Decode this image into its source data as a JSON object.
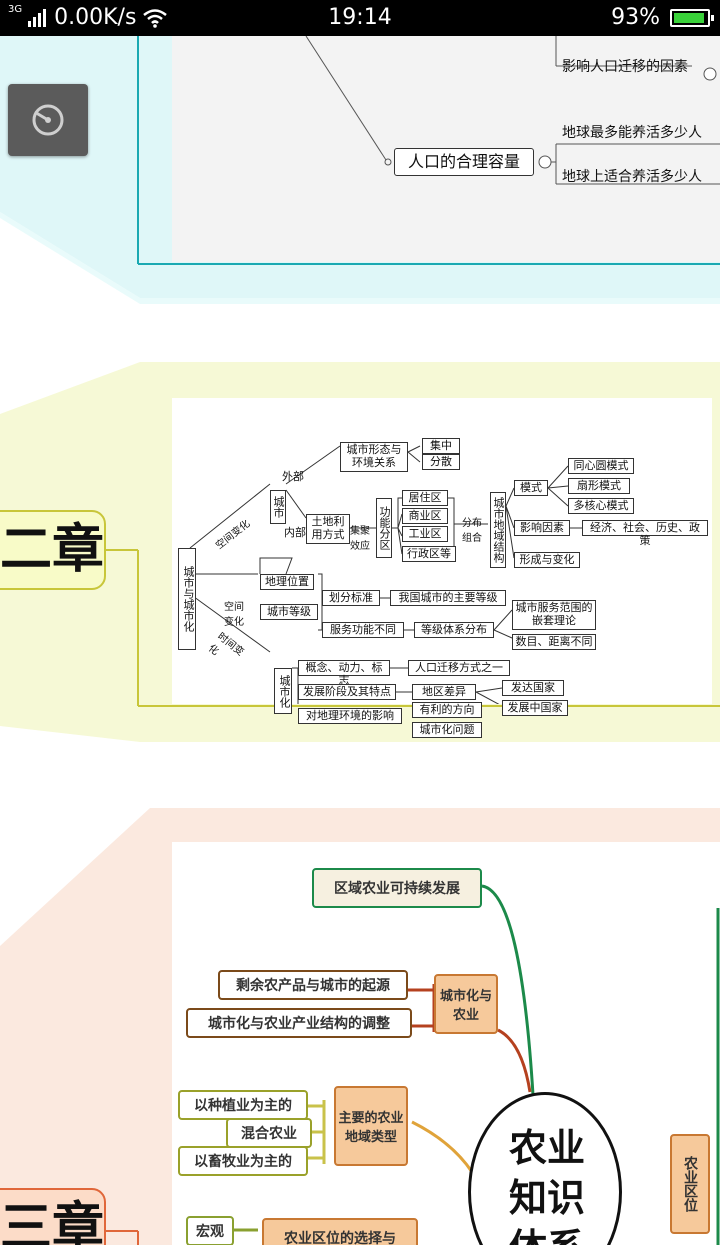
{
  "status_bar": {
    "network": "3G",
    "speed": "0.00K/s",
    "time": "19:14",
    "battery": "93%",
    "battery_level": 0.93
  },
  "colors": {
    "band1": "#dff7f8",
    "band1_border": "#1aa9b2",
    "band2": "#f6f9d6",
    "band2_border": "#c8c63a",
    "band3": "#fbe9df",
    "band3_border": "#e0673a"
  },
  "section1": {
    "items": {
      "migration_factors": "影响人口迁移的因素",
      "capacity": "人口的合理容量",
      "max_support": "地球最多能养活多少人",
      "suitable_support": "地球上适合养活多少人"
    }
  },
  "section2": {
    "chapter_label": "二章",
    "root": "城市与城市化",
    "space_change": "空间变化",
    "space_change2": "空间变化",
    "time_change": "时间变化",
    "city": "城市",
    "outside": "外部",
    "inside": "内部",
    "city_form": "城市形态与环境关系",
    "concentrated": "集中",
    "dispersed": "分散",
    "land_use": "土地利用方式",
    "agglomeration": "集聚效应",
    "functional_zones": "功能分区",
    "residential": "居住区",
    "commercial": "商业区",
    "industrial": "工业区",
    "administrative": "行政区等",
    "distribution": "分布组合",
    "urban_structure": "城市地域结构",
    "mode": "模式",
    "concentric": "同心圆模式",
    "sector": "扇形模式",
    "multi_nuclei": "多核心模式",
    "factors": "影响因素",
    "factors_list": "经济、社会、历史、政策",
    "formation": "形成与变化",
    "location": "地理位置",
    "city_level": "城市等级",
    "criteria": "划分标准",
    "main_levels": "我国城市的主要等级",
    "service_diff": "服务功能不同",
    "hierarchy": "等级体系分布",
    "service_theory": "城市服务范围的嵌套理论",
    "count_distance": "数目、距离不同",
    "urbanization": "城市化",
    "concept": "概念、动力、标志",
    "migration_way": "人口迁移方式之一",
    "stages": "发展阶段及其特点",
    "regional_diff": "地区差异",
    "developed": "发达国家",
    "developing": "发展中国家",
    "env_impact": "对地理环境的影响",
    "beneficial": "有利的方向",
    "problems": "城市化问题"
  },
  "section3": {
    "chapter_label": "三章",
    "center": "农业知识体系",
    "sustainable": "区域农业可持续发展",
    "surplus": "剩余农产品与城市的起源",
    "structure_adjust": "城市化与农业产业结构的调整",
    "urban_agri": "城市化与农业",
    "planting": "以种植业为主的",
    "mixed": "混合农业",
    "livestock": "以畜牧业为主的",
    "main_types": "主要的农业地域类型",
    "macro": "宏观",
    "location_choice": "农业区位的选择与",
    "agri_location": "农业区位"
  }
}
